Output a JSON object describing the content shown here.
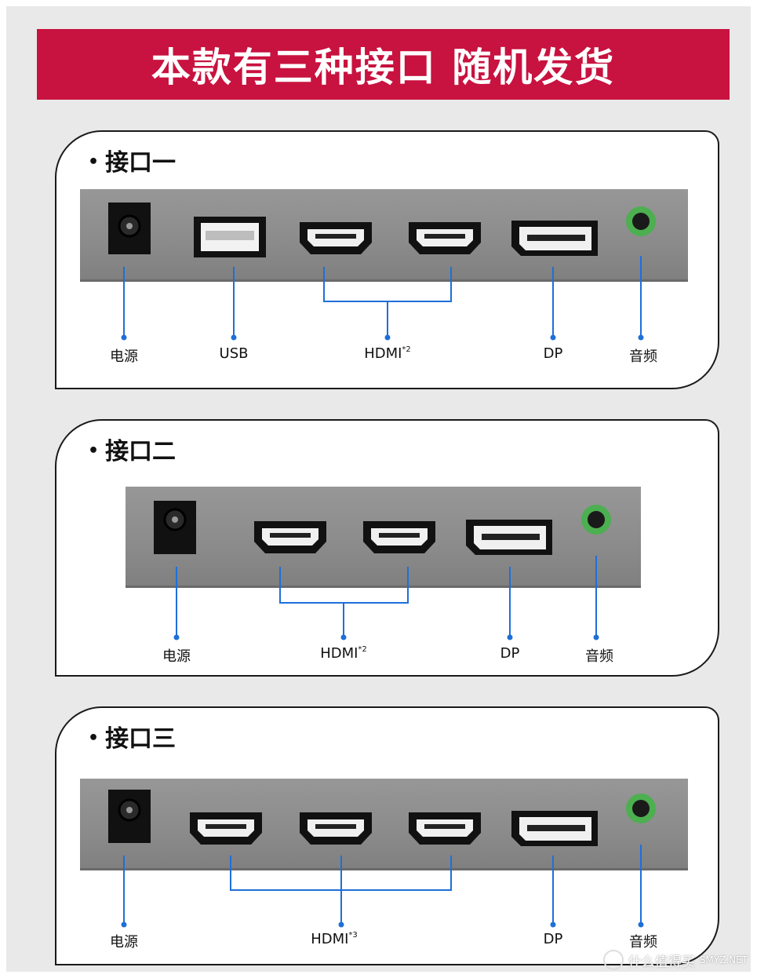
{
  "banner": {
    "title": "本款有三种接口 随机发货"
  },
  "cards": [
    {
      "title": "接口一",
      "labels": {
        "power": "电源",
        "usb": "USB",
        "hdmi": "HDMI",
        "hdmi_sup": "*2",
        "dp": "DP",
        "audio": "音频"
      }
    },
    {
      "title": "接口二",
      "labels": {
        "power": "电源",
        "hdmi": "HDMI",
        "hdmi_sup": "*2",
        "dp": "DP",
        "audio": "音频"
      }
    },
    {
      "title": "接口三",
      "labels": {
        "power": "电源",
        "hdmi": "HDMI",
        "hdmi_sup": "*3",
        "dp": "DP",
        "audio": "音频"
      }
    }
  ],
  "colors": {
    "banner": "#c8123f",
    "line": "#1e6fd9",
    "audio_ring": "#4caf50"
  },
  "watermark": {
    "text": "什么值得买",
    "sub": "SMYZ.NET"
  }
}
